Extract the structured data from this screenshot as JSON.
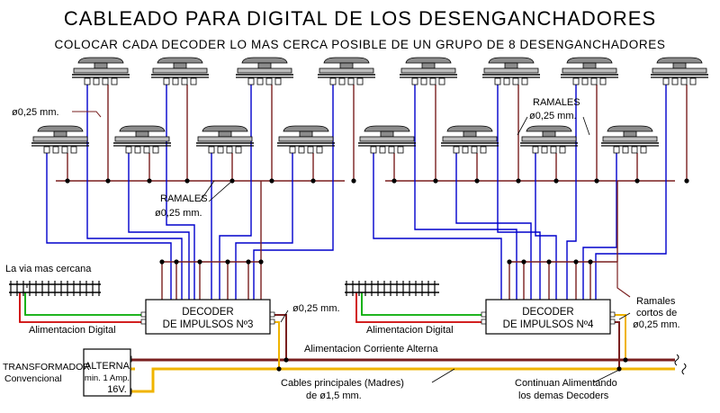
{
  "title": "CABLEADO PARA DIGITAL DE LOS DESENGANCHADORES",
  "subtitle": "COLOCAR CADA DECODER LO MAS CERCA POSIBLE DE UN GRUPO DE 8 DESENGANCHADORES",
  "labels": {
    "wire_gauge_top": "ø0,25 mm.",
    "ramales_left_1": "RAMALES",
    "ramales_left_2": "ø0,25 mm.",
    "ramales_right_1": "RAMALES",
    "ramales_right_2": "ø0,25 mm.",
    "via_cercana": "La via mas cercana",
    "alim_digital_left": "Alimentacion Digital",
    "alim_digital_right": "Alimentacion Digital",
    "wire_gauge_mid": "ø0,25 mm.",
    "alim_alterna": "Alimentacion Corriente Alterna",
    "ramales_cortos_1": "Ramales",
    "ramales_cortos_2": "cortos de",
    "ramales_cortos_3": "ø0,25 mm.",
    "cables_principales_1": "Cables principales (Madres)",
    "cables_principales_2": "de ø1,5 mm.",
    "continuan_1": "Continuan Alimentando",
    "continuan_2": "los demas Decoders",
    "transformador_1": "TRANSFORMADOR",
    "transformador_2": "Convencional"
  },
  "decoders": [
    {
      "line1": "DECODER",
      "line2": "DE IMPULSOS Nº3"
    },
    {
      "line1": "DECODER",
      "line2": "DE IMPULSOS Nº4"
    }
  ],
  "transformer_box": {
    "line1": "ALTERNA",
    "line2": "min. 1 Amp.",
    "line3": "16V."
  },
  "colors": {
    "blue_wire": "#0000cc",
    "brown_wire": "#7a1f1f",
    "green_wire": "#00aa00",
    "red_wire": "#cc0000",
    "yellow_wire": "#f0b400",
    "uncoupler": "#8c8c8c"
  }
}
